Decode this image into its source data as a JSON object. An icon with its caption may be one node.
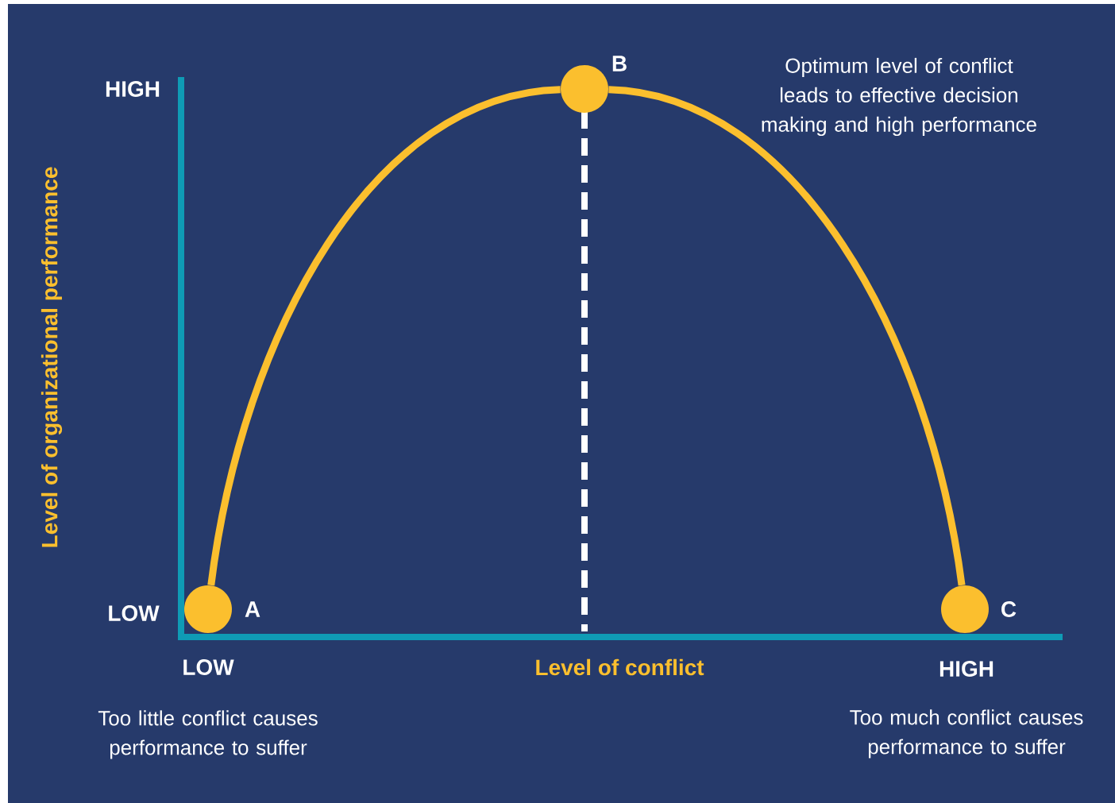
{
  "diagram": {
    "nodes": [
      {
        "text": [],
        "shape": "circle",
        "beside": [
          "A"
        ]
      },
      {
        "text": [],
        "shape": "circle",
        "beside": [
          "B"
        ]
      },
      {
        "text": [],
        "shape": "circle",
        "beside": [
          "C"
        ]
      }
    ],
    "edges": [
      {
        "from": 0,
        "to": 1,
        "arrow": "none"
      },
      {
        "from": 1,
        "to": 2,
        "arrow": "none"
      }
    ],
    "labels": [
      "HIGH",
      "Optimum level of conflict leads to effective decision making and high performance",
      "Level of organizational performance",
      "LOW",
      "LOW",
      "Level of conflict",
      "HIGH",
      "Too little conflict causes performance to suffer",
      "Too much conflict causes performance to suffer"
    ]
  }
}
